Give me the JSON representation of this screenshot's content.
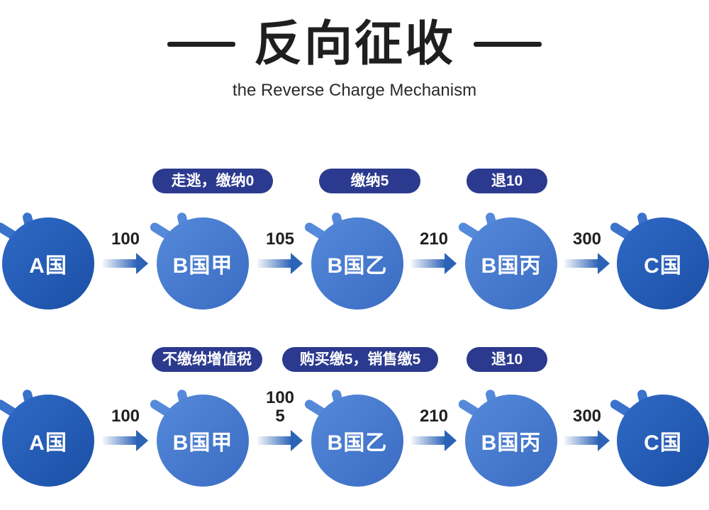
{
  "header": {
    "title": "反向征收",
    "subtitle": "the Reverse Charge Mechanism"
  },
  "diagram": {
    "rows": [
      {
        "pills": [
          {
            "label": "走逃，缴纳0"
          },
          {
            "label": "缴纳5"
          },
          {
            "label": "退10"
          }
        ],
        "nodes": [
          {
            "label": "A国"
          },
          {
            "label": "B国甲"
          },
          {
            "label": "B国乙"
          },
          {
            "label": "B国丙"
          },
          {
            "label": "C国"
          }
        ],
        "flows": [
          {
            "value": "100"
          },
          {
            "value": "105"
          },
          {
            "value": "210"
          },
          {
            "value": "300"
          }
        ]
      },
      {
        "pills": [
          {
            "label": "不缴纳增值税"
          },
          {
            "label": "购买缴5，销售缴5"
          },
          {
            "label": "退10"
          }
        ],
        "nodes": [
          {
            "label": "A国"
          },
          {
            "label": "B国甲"
          },
          {
            "label": "B国乙"
          },
          {
            "label": "B国丙"
          },
          {
            "label": "C国"
          }
        ],
        "flows": [
          {
            "value": "100"
          },
          {
            "value": "100",
            "value2": "5"
          },
          {
            "value": "210"
          },
          {
            "value": "300"
          }
        ]
      }
    ]
  },
  "colors": {
    "pill_bg": "#2b3a8e",
    "node_dark_top": "#2f6ac6",
    "node_dark_bottom": "#1b4fa5",
    "node_light_top": "#5589da",
    "node_light_bottom": "#3a6cc2",
    "arrow": "#2d63b6",
    "text_dark": "#1f1f1f"
  }
}
